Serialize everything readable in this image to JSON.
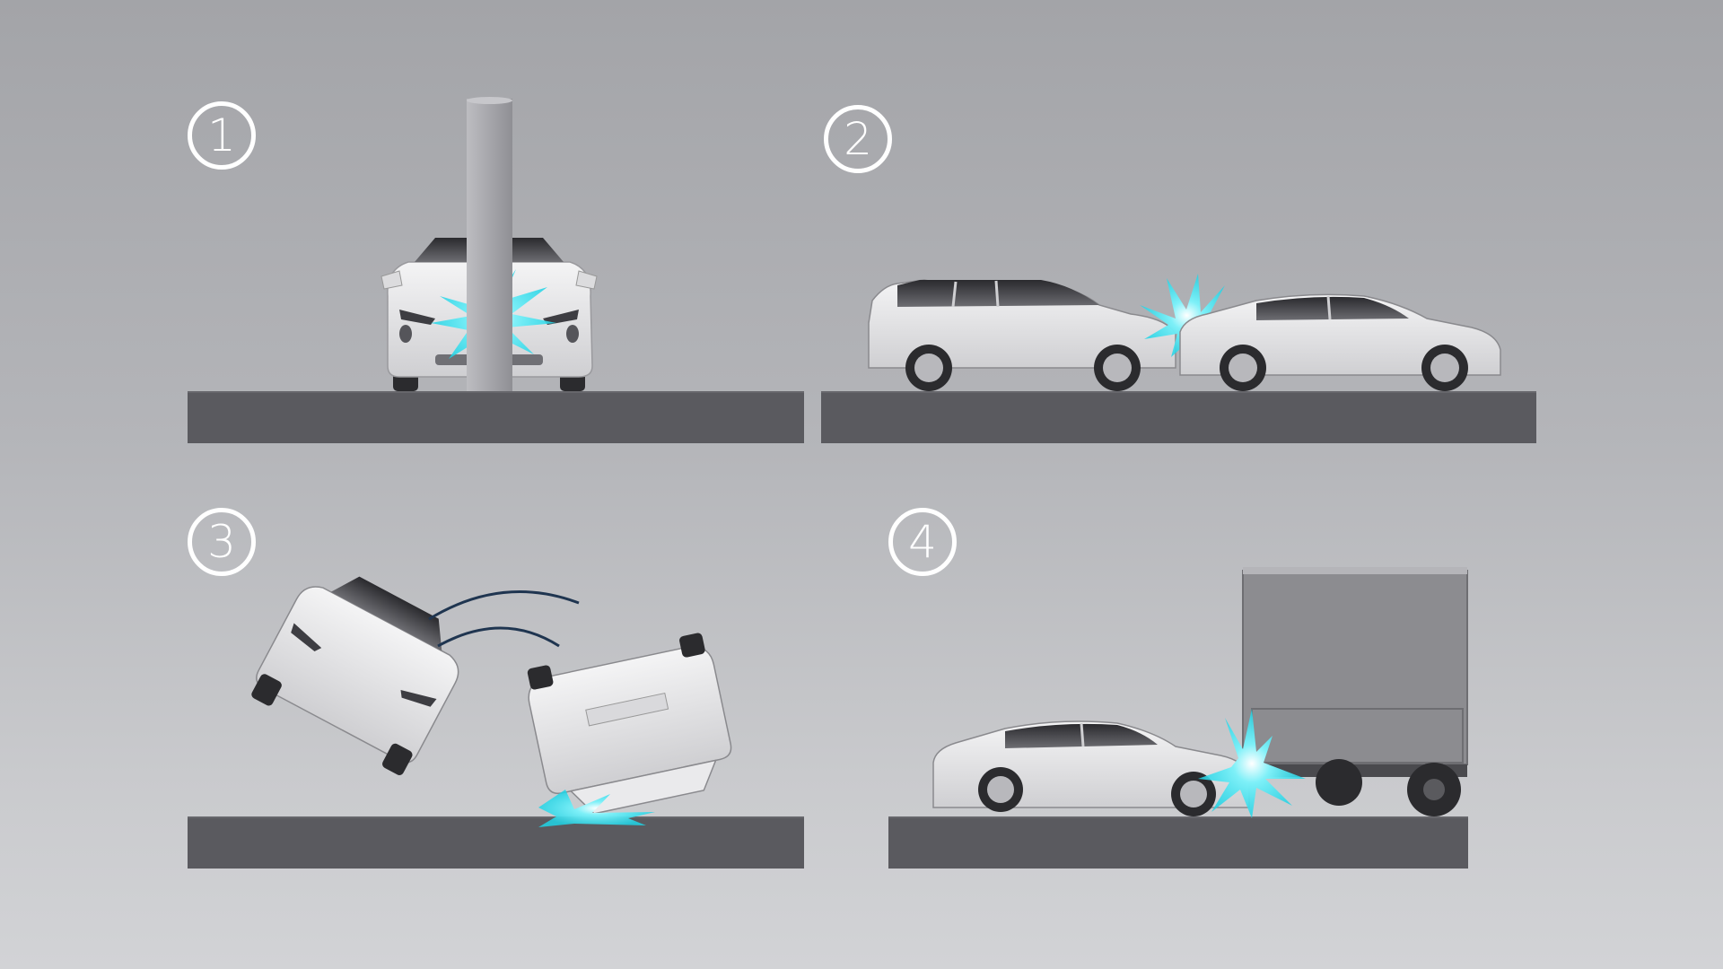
{
  "scenes": [
    {
      "step": "1",
      "scene": "pole-frontal-collision"
    },
    {
      "step": "2",
      "scene": "rear-end-collision"
    },
    {
      "step": "3",
      "scene": "rollover"
    },
    {
      "step": "4",
      "scene": "truck-underride-collision"
    }
  ],
  "colors": {
    "background_top": "#a3a4a8",
    "background_bottom": "#d2d3d6",
    "ground": "#5a5a5f",
    "badge": "#ffffff",
    "impact": "#34e0ee",
    "motion_arc": "#1f3550",
    "car_body": "#e6e6e8",
    "pole": "#a9a9ae",
    "truck_box": "#8c8c90"
  },
  "icons": [
    "impact-burst-icon",
    "motion-arc-icon"
  ]
}
